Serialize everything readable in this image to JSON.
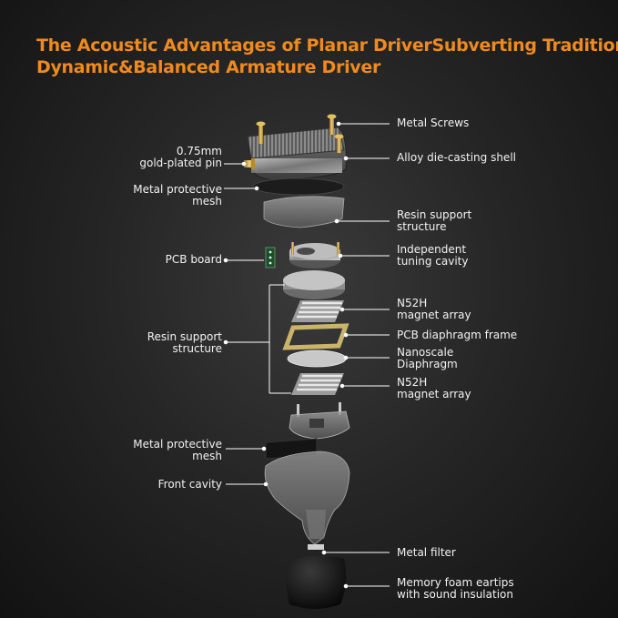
{
  "title": {
    "line1": "The Acoustic Advantages of Planar DriverSubverting Traditional",
    "line2": "Dynamic&Balanced Armature Driver"
  },
  "labels": {
    "metal_screws": "Metal Screws",
    "gold_pin_1": "0.75mm",
    "gold_pin_2": "gold-plated pin",
    "alloy_shell": "Alloy die-casting shell",
    "mesh_top_1": "Metal protective",
    "mesh_top_2": "mesh",
    "resin_top_1": "Resin support",
    "resin_top_2": "structure",
    "pcb_board": "PCB board",
    "tuning_1": "Independent",
    "tuning_2": "tuning cavity",
    "resin_left_1": "Resin support",
    "resin_left_2": "structure",
    "magnet_top_1": "N52H",
    "magnet_top_2": "magnet array",
    "pcb_frame": "PCB diaphragm frame",
    "diaphragm_1": "Nanoscale",
    "diaphragm_2": "Diaphragm",
    "magnet_bot_1": "N52H",
    "magnet_bot_2": "magnet array",
    "mesh_bot_1": "Metal protective",
    "mesh_bot_2": "mesh",
    "front_cavity": "Front cavity",
    "metal_filter": "Metal filter",
    "eartips_1": "Memory foam eartips",
    "eartips_2": "with sound insulation"
  },
  "colors": {
    "title": "#f08a1c",
    "label_text": "#f2f2f2",
    "leader_line": "#ffffff",
    "background": "#262626"
  }
}
